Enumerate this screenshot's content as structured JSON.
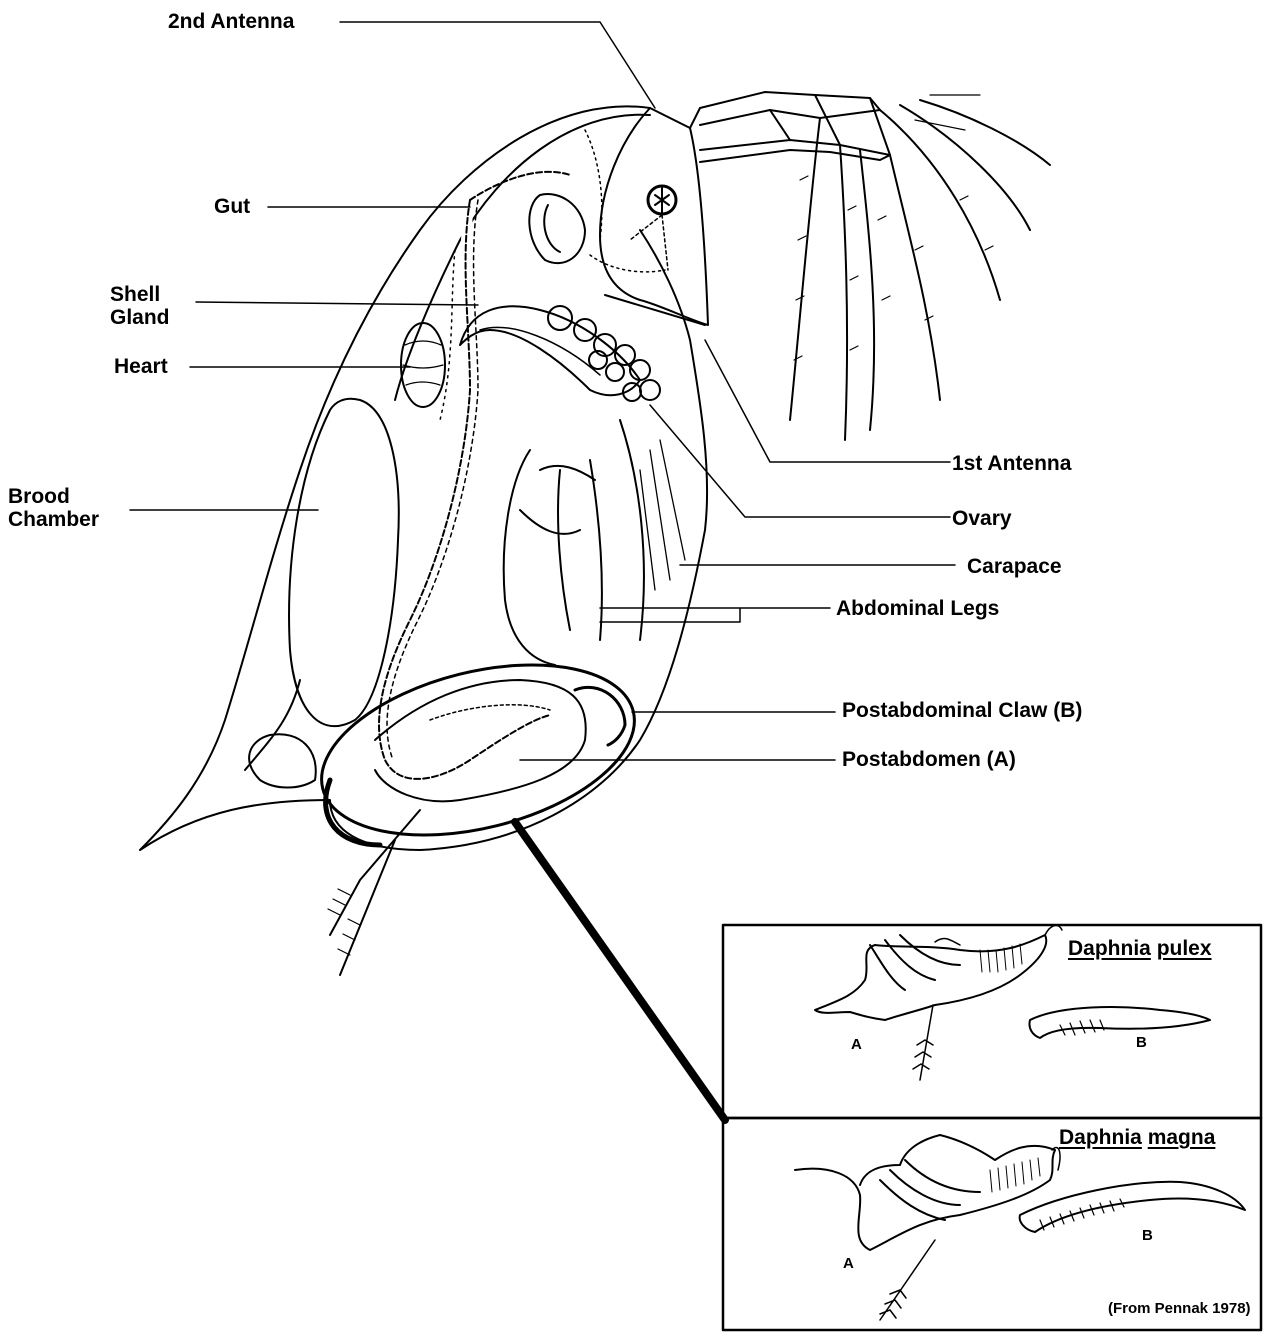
{
  "labels": {
    "second_antenna": "2nd Antenna",
    "gut": "Gut",
    "shell_gland_line1": "Shell",
    "shell_gland_line2": "Gland",
    "heart": "Heart",
    "brood_line1": "Brood",
    "brood_line2": "Chamber",
    "first_antenna": "1st Antenna",
    "ovary": "Ovary",
    "carapace": "Carapace",
    "abdominal_legs": "Abdominal Legs",
    "postabdominal_claw": "Postabdominal Claw (B)",
    "postabdomen": "Postabdomen (A)"
  },
  "inset": {
    "pulex_genus": "Daphnia",
    "pulex_species": "pulex",
    "magna_genus": "Daphnia",
    "magna_species": "magna",
    "label_a": "A",
    "label_b": "B",
    "source": "(From Pennak 1978)"
  },
  "colors": {
    "ink": "#000000",
    "background": "#ffffff"
  }
}
